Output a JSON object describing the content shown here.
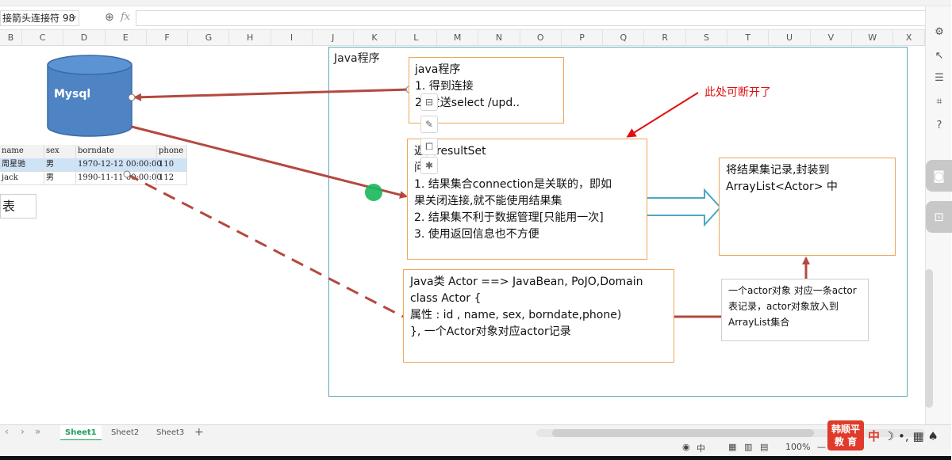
{
  "formula_bar": {
    "name_box": "接箭头连接符 98",
    "zoom_icon": "zoom-icon",
    "fx_label": "fx"
  },
  "columns": [
    "B",
    "C",
    "D",
    "E",
    "F",
    "G",
    "H",
    "I",
    "J",
    "K",
    "L",
    "M",
    "N",
    "O",
    "P",
    "Q",
    "R",
    "S",
    "T",
    "U",
    "V",
    "W",
    "X"
  ],
  "mysql_label": "Mysql",
  "table": {
    "headers": [
      "name",
      "sex",
      "borndate",
      "phone"
    ],
    "rows": [
      [
        "周星驰",
        "男",
        "1970-12-12 00:00:00",
        "110"
      ],
      [
        "jack",
        "男",
        "1990-11-11 00:00:00",
        "112"
      ]
    ]
  },
  "biao_label": "表",
  "java_frame_title": "Java程序",
  "red_note": "此处可断开了",
  "box_java": [
    "java程序",
    "1. 得到连接",
    "2. 发送select /upd.."
  ],
  "box_result": [
    "返回resultSet",
    "问题",
    "1. 结果集合connection是关联的，即如",
    "果关闭连接,就不能使用结果集",
    "2. 结果集不利于数据管理[只能用一次]",
    "3. 使用返回信息也不方便"
  ],
  "box_wrap": [
    "将结果集记录,封装到",
    "ArrayList<Actor> 中"
  ],
  "box_actor": [
    "Java类 Actor  ==> JavaBean, PoJO,Domain",
    "class Actor {",
    "属性 : id , name, sex, borndate,phone)",
    "}, 一个Actor对象对应actor记录"
  ],
  "box_note": [
    "一个actor对象 对应一条actor",
    "表记录，actor对象放入到",
    "ArrayList集合"
  ],
  "sheet_tabs": [
    "Sheet1",
    "Sheet2",
    "Sheet3"
  ],
  "active_tab": "Sheet1",
  "status": {
    "view_label": "中",
    "zoom": "100%",
    "zoom_minus": "—",
    "zoom_plus": "+"
  },
  "logo_text": [
    "韩顺平",
    "教 育"
  ],
  "ime_label": "中",
  "colors": {
    "accent_green": "#1e9e5a",
    "box_border": "#f0a555",
    "frame_border": "#5aa8b8",
    "arrow_red": "#b5483e",
    "db_blue": "#4f84c4"
  }
}
